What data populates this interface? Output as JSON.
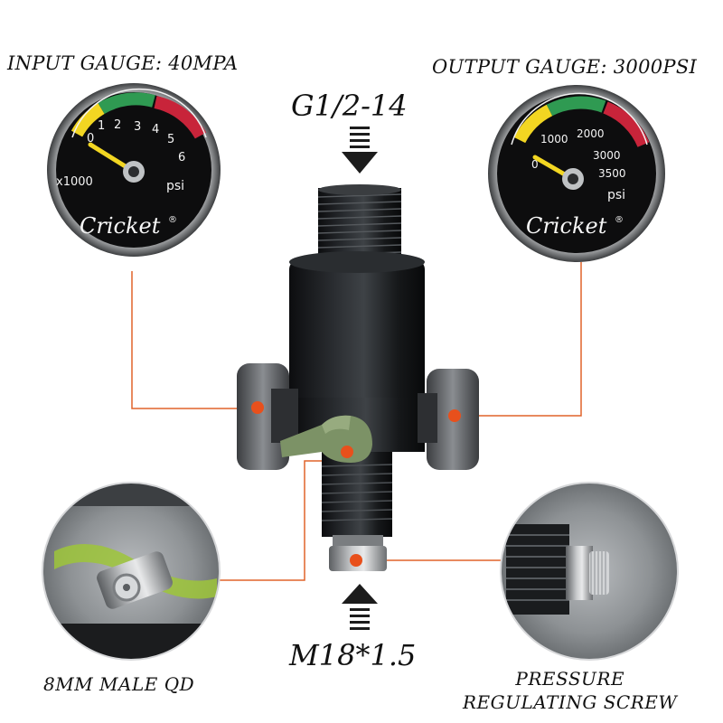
{
  "labels": {
    "input_gauge": "INPUT GAUGE: 40MPA",
    "output_gauge": "OUTPUT GAUGE: 3000PSI",
    "top_thread": "G1/2-14",
    "bottom_thread": "M18*1.5",
    "male_qd": "8MM MALE QD",
    "screw_line1": "PRESSURE",
    "screw_line2": "REGULATING SCREW"
  },
  "input_gauge": {
    "brand": "Cricket",
    "registered_mark": "®",
    "multiplier": "x1000",
    "unit": "psi",
    "ticks": [
      "0",
      "1",
      "2",
      "3",
      "4",
      "5",
      "6"
    ]
  },
  "output_gauge": {
    "brand": "Cricket",
    "registered_mark": "®",
    "unit": "psi",
    "ticks": [
      "0",
      "1000",
      "2000",
      "3000",
      "3500"
    ]
  },
  "colors": {
    "callout_line": "#e0632a",
    "callout_dot": "#e8501c",
    "body": "#1a1c1e",
    "lever": "#7c9266",
    "gauge_yellow": "#f2d622",
    "gauge_green": "#2f9a52",
    "gauge_red": "#c8243a",
    "qd_tube": "#9ec63a"
  }
}
